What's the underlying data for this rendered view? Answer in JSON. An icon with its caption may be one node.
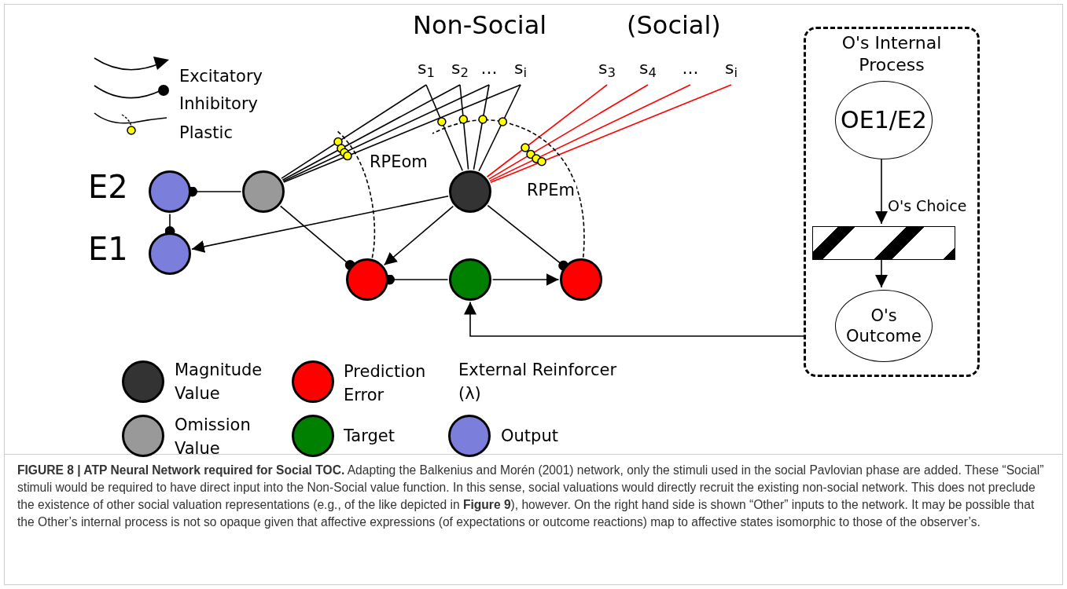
{
  "diagram": {
    "caption": "**FIGURE 8 | ATP Neural Network required for Social TOC.** Adapting the Balkenius and Morén (2001) network, only the stimuli used in the social Pavlovian phase are added. These “Social” stimuli would be required to have direct input into the Non-Social value function. In this sense, social valuations would directly recruit the existing non-social network. This does not preclude the existence of other social valuation representations (e.g., of the like depicted in **Figure 9**), however. On the right hand side is shown “Other” inputs to the network. It may be possible that the Other’s internal process is not so opaque given that affective expressions (of expectations or outcome reactions) map to affective states isomorphic to those of the observer’s.",
    "nodes": [
      {
        "text": [],
        "shape": "circle",
        "beside": [
          "E2"
        ]
      },
      {
        "text": [],
        "shape": "circle",
        "beside": [
          "E1"
        ]
      },
      {
        "text": [],
        "shape": "circle"
      },
      {
        "text": [],
        "shape": "circle"
      },
      {
        "text": [],
        "shape": "circle"
      },
      {
        "text": [],
        "shape": "circle"
      },
      {
        "text": [],
        "shape": "circle"
      },
      {
        "text": [
          "s$_{1}$"
        ]
      },
      {
        "text": [
          "s$_{2}$"
        ]
      },
      {
        "text": [
          "..."
        ]
      },
      {
        "text": [
          "s$_{i}$"
        ]
      },
      {
        "text": [
          "s$_{3}$"
        ]
      },
      {
        "text": [
          "s$_{4}$"
        ]
      },
      {
        "text": [
          "..."
        ]
      },
      {
        "text": [
          "s$_{i}$"
        ]
      },
      {
        "text": [
          "O's Internal Process"
        ]
      },
      {
        "text": [
          "OE1/E2"
        ],
        "in": 15
      },
      {
        "text": [],
        "shape": "bar",
        "in": 15,
        "beside": [
          "O's Choice"
        ]
      },
      {
        "text": [
          "O's Outcome"
        ],
        "in": 15
      }
    ],
    "edges": [
      {
        "from": 2,
        "to": 0,
        "arrow": "other"
      },
      {
        "from": 0,
        "to": 1,
        "arrow": "other"
      },
      {
        "from": 3,
        "to": 1,
        "arrow": "to"
      },
      {
        "from": 2,
        "to": 4,
        "arrow": "other"
      },
      {
        "from": 3,
        "to": 4,
        "arrow": "to"
      },
      {
        "from": 5,
        "to": 4,
        "arrow": "other"
      },
      {
        "from": 5,
        "to": 6,
        "arrow": "to"
      },
      {
        "from": 3,
        "to": 6,
        "arrow": "other"
      },
      {
        "from": 15,
        "to": 5,
        "arrow": "to"
      },
      {
        "from": 16,
        "to": 17,
        "arrow": "to"
      },
      {
        "from": 17,
        "to": 18,
        "arrow": "to"
      },
      {
        "from": 7,
        "to": 2,
        "arrow": "none"
      },
      {
        "from": 8,
        "to": 2,
        "arrow": "none"
      },
      {
        "from": 9,
        "to": 2,
        "arrow": "none"
      },
      {
        "from": 10,
        "to": 2,
        "arrow": "none"
      },
      {
        "from": 7,
        "to": 3,
        "arrow": "none"
      },
      {
        "from": 8,
        "to": 3,
        "arrow": "none"
      },
      {
        "from": 9,
        "to": 3,
        "arrow": "none"
      },
      {
        "from": 10,
        "to": 3,
        "arrow": "none"
      },
      {
        "from": 11,
        "to": 3,
        "arrow": "none",
        "color": "#ff0000"
      },
      {
        "from": 12,
        "to": 3,
        "arrow": "none",
        "color": "#ff0000"
      },
      {
        "from": 13,
        "to": 3,
        "arrow": "none",
        "color": "#ff0000"
      },
      {
        "from": 14,
        "to": 3,
        "arrow": "none",
        "color": "#ff0000"
      },
      {
        "from": 4,
        "to": null,
        "arrow": "none",
        "style": "dashed",
        "label": "RPEom"
      },
      {
        "from": 6,
        "to": null,
        "arrow": "none",
        "style": "dashed",
        "label": "RPEm"
      }
    ],
    "labels": [
      "Non-Social",
      "(Social)"
    ],
    "legend": [
      {
        "text": "Excitatory"
      },
      {
        "text": "Inhibitory"
      },
      {
        "text": "Plastic"
      },
      {
        "text": "Magnitude Value",
        "color": "#333333"
      },
      {
        "text": "Prediction Error",
        "color": "#ff0000"
      },
      {
        "text": "External Reinforcer (λ)"
      },
      {
        "text": "Omission Value",
        "color": "#999999"
      },
      {
        "text": "Target",
        "color": "#008000"
      },
      {
        "text": "Output",
        "color": "#7b7fdb"
      }
    ]
  }
}
